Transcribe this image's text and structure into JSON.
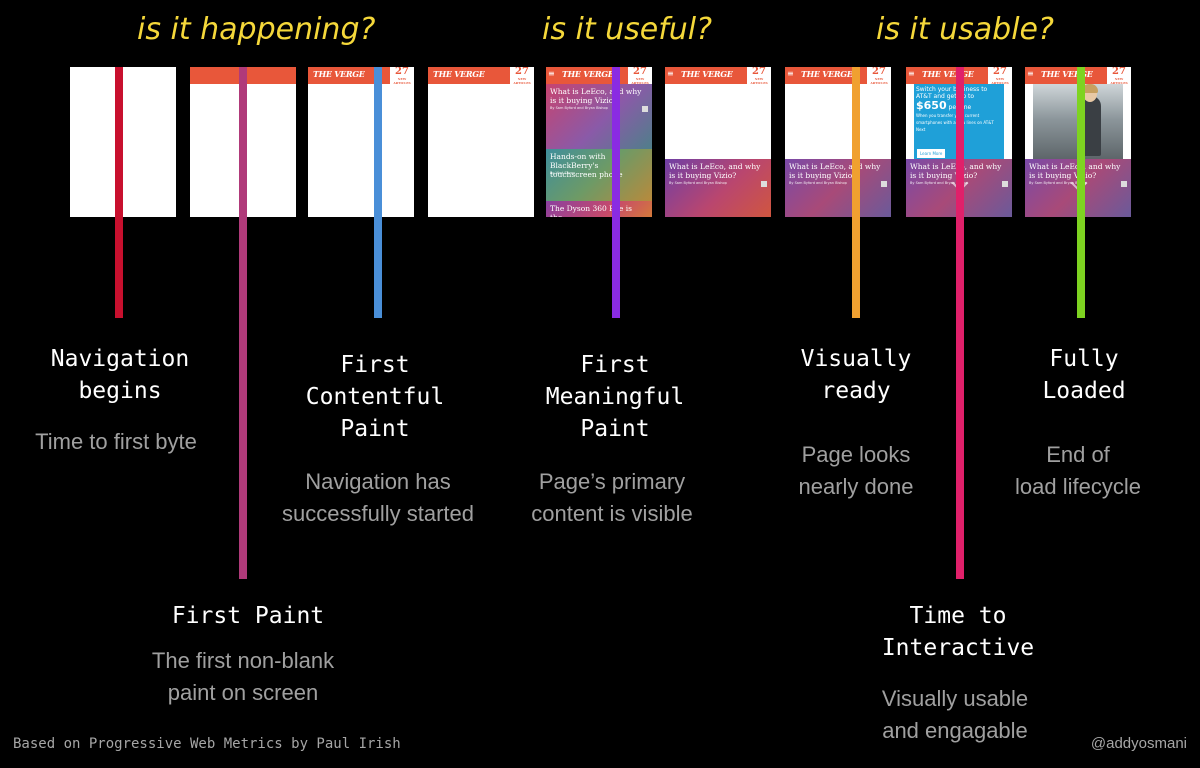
{
  "questions": [
    "is it happening?",
    "is it useful?",
    "is it usable?"
  ],
  "frame": {
    "logo": "THE VERGE",
    "date": "27",
    "date_sub": "NEW ARTICLES",
    "menu": "≡",
    "headline_1": "What is LeEco, and why is it buying Vizio?",
    "byline_1": "By Sam Byford and Bryan Bishop",
    "headline_2": "Hands-on with BlackBerry's touchscreen phone",
    "byline_2": "By Vlad Savov",
    "headline_3": "The Dyson 360 Eye is the",
    "ad_text_1": "Switch your business to AT&T and get up to",
    "ad_price": "$650",
    "ad_text_2": "per line",
    "ad_text_3": "When you transfer your current smartphones with a new lines on AT&T Next",
    "ad_button": "Learn More"
  },
  "metrics": [
    {
      "title": "Navigation\nbegins",
      "description": "Time to first byte",
      "color": "#c8102e"
    },
    {
      "title": "First Paint",
      "description": "The first non-blank\npaint on screen",
      "color": "#b03a7a"
    },
    {
      "title": "First\nContentful\nPaint",
      "description": "Navigation has\nsuccessfully started",
      "color": "#4a8fd8"
    },
    {
      "title": "First\nMeaningful\nPaint",
      "description": "Page’s primary\ncontent is visible",
      "color": "#8a2be2"
    },
    {
      "title": "Visually\nready",
      "description": "Page looks\nnearly done",
      "color": "#f0a030"
    },
    {
      "title": "Time to\nInteractive",
      "description": "Visually usable\nand engagable",
      "color": "#e0206a"
    },
    {
      "title": "Fully\nLoaded",
      "description": "End of\nload lifecycle",
      "color": "#7ed321"
    }
  ],
  "footer": {
    "credit": "Based on Progressive Web Metrics by Paul Irish",
    "handle": "@addyosmani"
  }
}
